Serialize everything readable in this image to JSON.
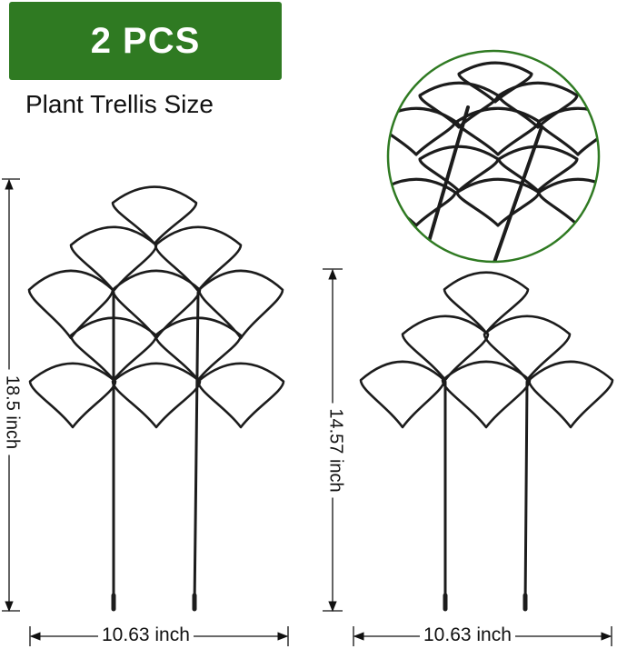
{
  "badge": {
    "text": "2 PCS",
    "color": "#2f7a22"
  },
  "subtitle": "Plant Trellis Size",
  "colors": {
    "metal": "#1c1c1c",
    "accent": "#2f7a22"
  },
  "dimensions": {
    "large_height": "18.5 inch",
    "large_width": "10.63 inch",
    "small_height": "14.57 inch",
    "small_width": "10.63 inch"
  }
}
